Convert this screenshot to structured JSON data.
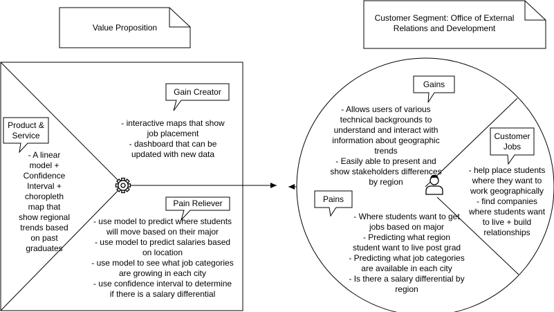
{
  "value_proposition": {
    "note_title": "Value Proposition",
    "gain_creator": {
      "label": "Gain Creator",
      "text": "- interactive maps that show\njob placement\n- dashboard that can be\nupdated with new data"
    },
    "product_service": {
      "label": "Product &\nService",
      "text": "- A linear\nmodel +\nConfidence\nInterval +\nchoropleth\nmap that\nshow regional\ntrends based\non past\ngraduates"
    },
    "pain_reliever": {
      "label": "Pain Reliever",
      "text": "- use model to predict where students\nwill move based on their major\n- use model to predict salaries based\non location\n- use model to see what job categories\nare growing in each city\n- use confidence interval to determine\nif there is a salary differential"
    }
  },
  "customer_segment": {
    "note_title": "Customer Segment: Office of External\nRelations and Development",
    "gains": {
      "label": "Gains",
      "text": "- Allows users of various\ntechnical backgrounds to\nunderstand and interact with\ninformation about geographic\ntrends\n- Easily able to present and\nshow stakeholders differences\nby region"
    },
    "customer_jobs": {
      "label": "Customer\nJobs",
      "text": "- help place students\nwhere they want to\nwork geographically\n- find companies\nwhere students want\nto live + build\nrelationships"
    },
    "pains": {
      "label": "Pains",
      "text": "- Where students want to get\njobs based on major\n- Predicting what region\nstudent want to live post grad\n- Predicting what job categories\nare available in each city\n- Is there a salary differential by\nregion"
    }
  },
  "icons": [
    "gear-icon",
    "customer-person-icon"
  ]
}
